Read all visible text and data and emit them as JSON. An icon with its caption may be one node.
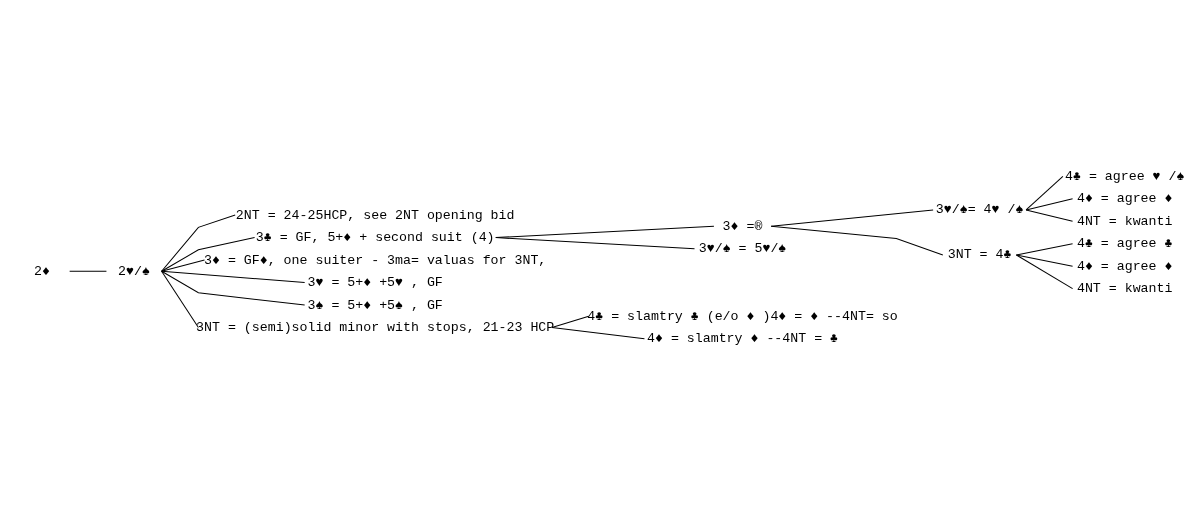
{
  "diagram": {
    "nodes": [
      {
        "text": [
          "2♦"
        ]
      },
      {
        "text": [
          "2♥/♠"
        ]
      },
      {
        "text": [
          "2NT = 24-25HCP, see 2NT opening bid"
        ]
      },
      {
        "text": [
          "3♣ = GF, 5+♦ + second suit (4)"
        ]
      },
      {
        "text": [
          "3♦ =®"
        ]
      },
      {
        "text": [
          "3♥/♠= 4♥ /♠"
        ]
      },
      {
        "text": [
          "4♣ = agree ♥ /♠"
        ]
      },
      {
        "text": [
          "4♦ = agree ♦"
        ]
      },
      {
        "text": [
          "4NT = kwanti"
        ]
      },
      {
        "text": [
          "3NT = 4♣"
        ]
      },
      {
        "text": [
          "4♣ = agree ♣"
        ]
      },
      {
        "text": [
          "4♦ = agree ♦"
        ]
      },
      {
        "text": [
          "4NT = kwanti"
        ]
      },
      {
        "text": [
          "3♥/♠ = 5♥/♠"
        ]
      },
      {
        "text": [
          "3♦ = GF♦, one suiter - 3ma= valuas for 3NT,"
        ]
      },
      {
        "text": [
          "3♥ = 5+♦ +5♥ , GF"
        ]
      },
      {
        "text": [
          "3♠ = 5+♦ +5♠ , GF"
        ]
      },
      {
        "text": [
          "3NT = (semi)solid minor with stops, 21-23 HCP"
        ]
      },
      {
        "text": [
          "4♣ = slamtry ♣ (e/o ♦ )4♦ = ♦ --4NT= so"
        ]
      },
      {
        "text": [
          "4♦ = slamtry ♦ --4NT = ♣"
        ]
      }
    ],
    "edges": [
      {
        "from": 0,
        "to": 1,
        "arrow": "none"
      },
      {
        "from": 1,
        "to": 2,
        "arrow": "none"
      },
      {
        "from": 1,
        "to": 3,
        "arrow": "none"
      },
      {
        "from": 3,
        "to": 4,
        "arrow": "none"
      },
      {
        "from": 4,
        "to": 5,
        "arrow": "none"
      },
      {
        "from": 5,
        "to": 6,
        "arrow": "none"
      },
      {
        "from": 5,
        "to": 7,
        "arrow": "none"
      },
      {
        "from": 5,
        "to": 8,
        "arrow": "none"
      },
      {
        "from": 4,
        "to": 9,
        "arrow": "none"
      },
      {
        "from": 9,
        "to": 10,
        "arrow": "none"
      },
      {
        "from": 9,
        "to": 11,
        "arrow": "none"
      },
      {
        "from": 9,
        "to": 12,
        "arrow": "none"
      },
      {
        "from": 3,
        "to": 13,
        "arrow": "none"
      },
      {
        "from": 1,
        "to": 14,
        "arrow": "none"
      },
      {
        "from": 1,
        "to": 15,
        "arrow": "none"
      },
      {
        "from": 1,
        "to": 16,
        "arrow": "none"
      },
      {
        "from": 1,
        "to": 17,
        "arrow": "none"
      },
      {
        "from": 17,
        "to": 18,
        "arrow": "none"
      },
      {
        "from": 17,
        "to": 19,
        "arrow": "none"
      }
    ]
  }
}
